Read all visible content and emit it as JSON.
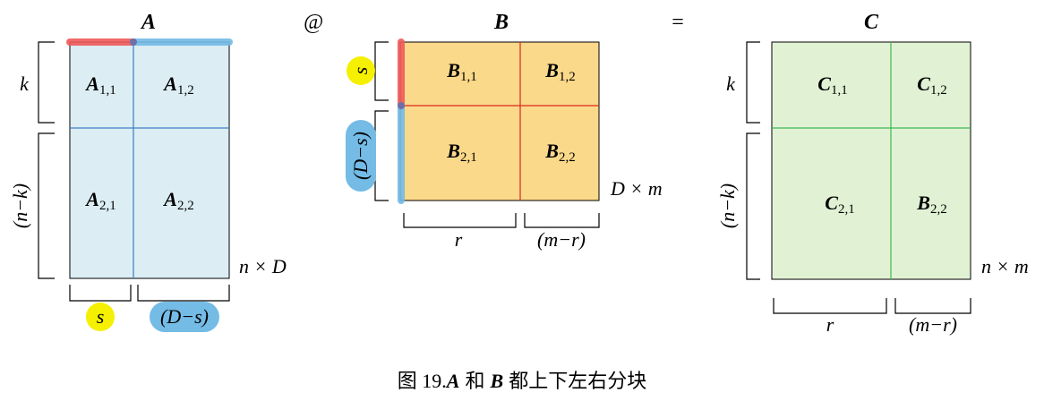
{
  "colors": {
    "a_fill": "#dcedf4",
    "a_line": "#3b7fc4",
    "b_fill": "#fbd98a",
    "b_line": "#d92a1e",
    "c_fill": "#e1f2d4",
    "c_line": "#3fb854",
    "red_highlight": "#f05a5a",
    "blue_highlight": "#74bbe6",
    "yellow_badge": "#f5f000"
  },
  "operators": {
    "matmul": "@",
    "equals": "="
  },
  "matrix_a": {
    "title": "A",
    "blocks": {
      "b11": "A",
      "b11_sub": "1,1",
      "b12": "A",
      "b12_sub": "1,2",
      "b21": "A",
      "b21_sub": "2,1",
      "b22": "A",
      "b22_sub": "2,2"
    },
    "row_top": "k",
    "row_bottom": "(n−k)",
    "col_left": "s",
    "col_right": "(D−s)",
    "shape": "n × D"
  },
  "matrix_b": {
    "title": "B",
    "blocks": {
      "b11": "B",
      "b11_sub": "1,1",
      "b12": "B",
      "b12_sub": "1,2",
      "b21": "B",
      "b21_sub": "2,1",
      "b22": "B",
      "b22_sub": "2,2"
    },
    "row_top": "s",
    "row_bottom": "(D−s)",
    "col_left": "r",
    "col_right": "(m−r)",
    "shape": "D × m"
  },
  "matrix_c": {
    "title": "C",
    "blocks": {
      "b11": "C",
      "b11_sub": "1,1",
      "b12": "C",
      "b12_sub": "1,2",
      "b21": "C",
      "b21_sub": "2,1",
      "b22": "B",
      "b22_sub": "2,2"
    },
    "row_top": "k",
    "row_bottom": "(n−k)",
    "col_left": "r",
    "col_right": "(m−r)",
    "shape": "n × m"
  },
  "caption": {
    "prefix": "图 19.",
    "a": "A",
    "and": "和",
    "b": "B",
    "suffix": "都上下左右分块"
  }
}
